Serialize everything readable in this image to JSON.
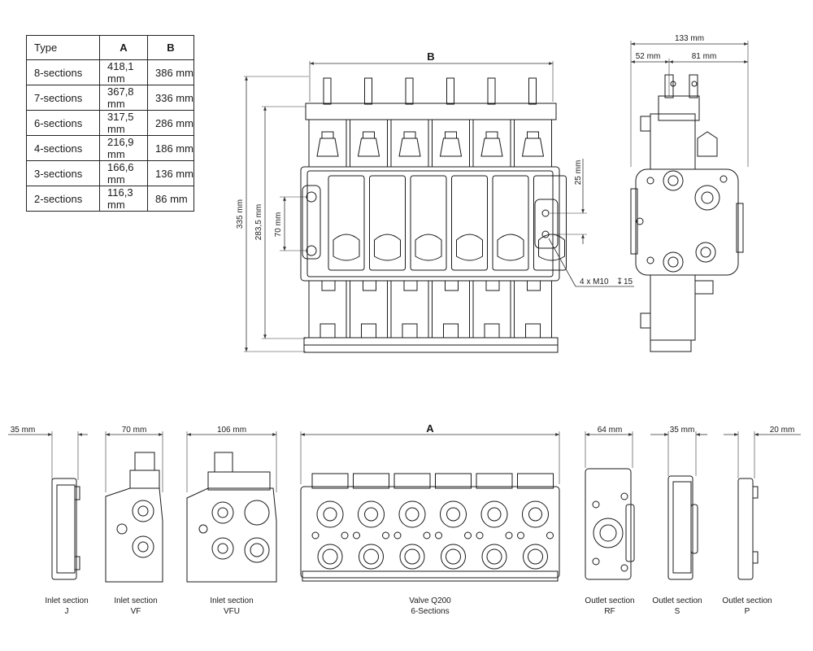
{
  "table": {
    "headers": [
      "Type",
      "A",
      "B"
    ],
    "rows": [
      {
        "type": "8-sections",
        "a": "418,1 mm",
        "b": "386 mm"
      },
      {
        "type": "7-sections",
        "a": "367,8 mm",
        "b": "336 mm"
      },
      {
        "type": "6-sections",
        "a": "317,5 mm",
        "b": "286 mm"
      },
      {
        "type": "4-sections",
        "a": "216,9 mm",
        "b": "186 mm"
      },
      {
        "type": "3-sections",
        "a": "166,6 mm",
        "b": "136 mm"
      },
      {
        "type": "2-sections",
        "a": "116,3 mm",
        "b": "86 mm"
      }
    ]
  },
  "front_view": {
    "dim_B": "B",
    "dim_335": "335 mm",
    "dim_283": "283,5 mm",
    "dim_70": "70 mm",
    "dim_25": "25 mm",
    "bolt_note": "4 x M10",
    "bolt_depth": "15",
    "depth_symbol": "↧"
  },
  "side_view": {
    "dim_133": "133 mm",
    "dim_52": "52 mm",
    "dim_81": "81 mm"
  },
  "bottom_views": {
    "inlet_j": {
      "dim": "35 mm",
      "caption1": "Inlet section",
      "caption2": "J"
    },
    "inlet_vf": {
      "dim": "70 mm",
      "caption1": "Inlet section",
      "caption2": "VF"
    },
    "inlet_vfu": {
      "dim": "106 mm",
      "caption1": "Inlet section",
      "caption2": "VFU"
    },
    "valve": {
      "dim": "A",
      "caption1": "Valve Q200",
      "caption2": "6-Sections"
    },
    "outlet_rf": {
      "dim": "64 mm",
      "caption1": "Outlet section",
      "caption2": "RF"
    },
    "outlet_s": {
      "dim": "35 mm",
      "caption1": "Outlet section",
      "caption2": "S"
    },
    "outlet_p": {
      "dim": "20 mm",
      "caption1": "Outlet section",
      "caption2": "P"
    }
  },
  "colors": {
    "line": "#1a1a1a",
    "dimline": "#333333",
    "background": "#ffffff"
  }
}
